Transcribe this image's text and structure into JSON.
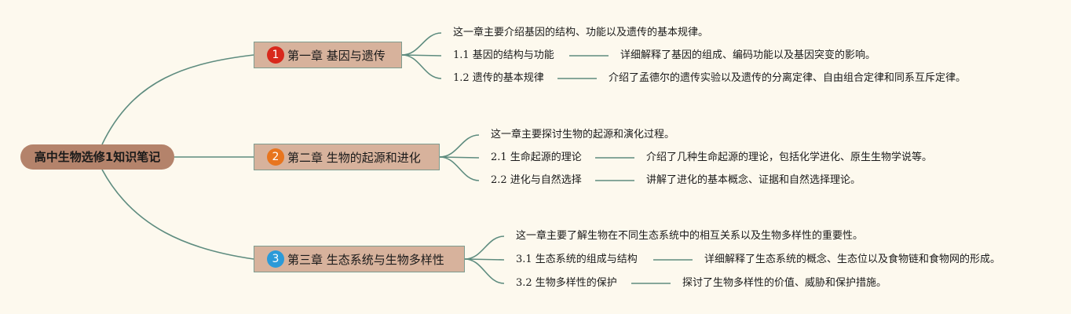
{
  "root": {
    "label": "高中生物选修1知识笔记"
  },
  "colors": {
    "badge1": "#d8281c",
    "badge2": "#e8751e",
    "badge3": "#2b9ad8",
    "line": "#5e8c7f"
  },
  "chapters": [
    {
      "number": "1",
      "title": "第一章 基因与遗传",
      "intro": "这一章主要介绍基因的结构、功能以及遗传的基本规律。",
      "sections": [
        {
          "title": "1.1 基因的结构与功能",
          "detail": "详细解释了基因的组成、编码功能以及基因突变的影响。"
        },
        {
          "title": "1.2 遗传的基本规律",
          "detail": "介绍了孟德尔的遗传实验以及遗传的分离定律、自由组合定律和同系互斥定律。"
        }
      ]
    },
    {
      "number": "2",
      "title": "第二章 生物的起源和进化",
      "intro": "这一章主要探讨生物的起源和演化过程。",
      "sections": [
        {
          "title": "2.1 生命起源的理论",
          "detail": "介绍了几种生命起源的理论，包括化学进化、原生生物学说等。"
        },
        {
          "title": "2.2 进化与自然选择",
          "detail": "讲解了进化的基本概念、证据和自然选择理论。"
        }
      ]
    },
    {
      "number": "3",
      "title": "第三章 生态系统与生物多样性",
      "intro": "这一章主要了解生物在不同生态系统中的相互关系以及生物多样性的重要性。",
      "sections": [
        {
          "title": "3.1 生态系统的组成与结构",
          "detail": "详细解释了生态系统的概念、生态位以及食物链和食物网的形成。"
        },
        {
          "title": "3.2 生物多样性的保护",
          "detail": "探讨了生物多样性的价值、威胁和保护措施。"
        }
      ]
    }
  ]
}
